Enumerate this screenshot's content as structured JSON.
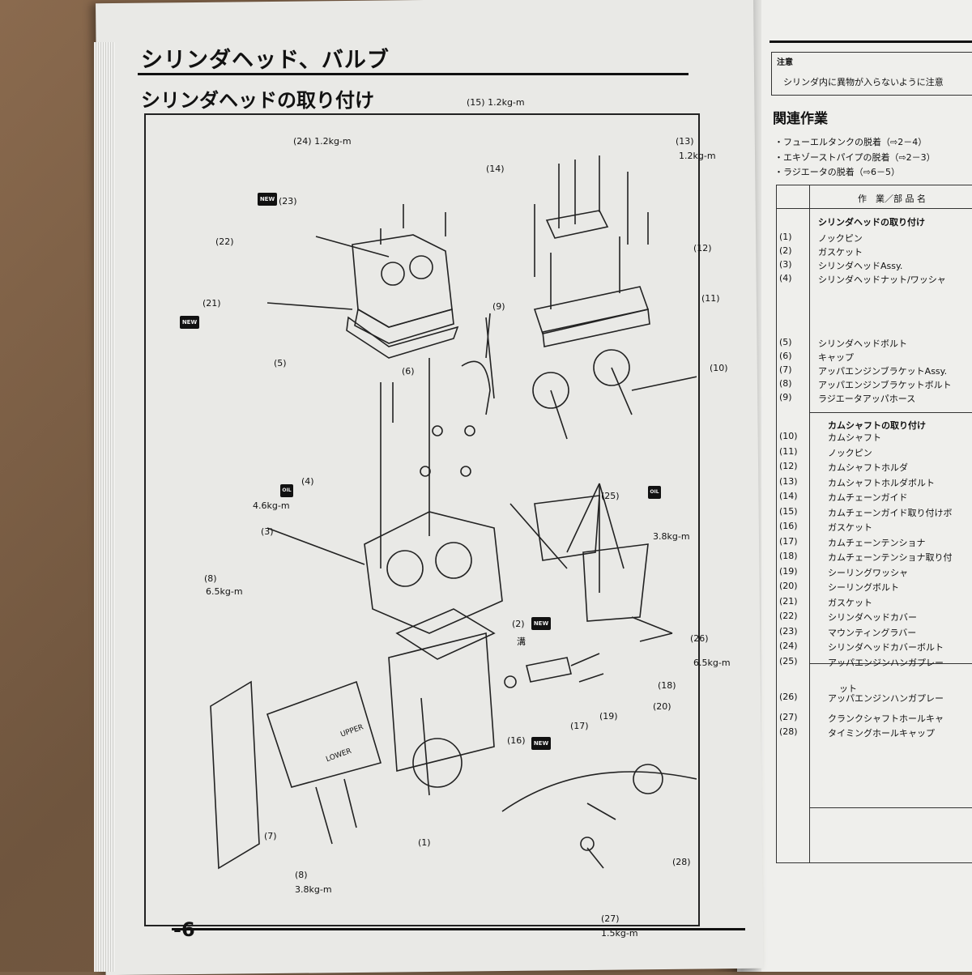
{
  "left_page": {
    "header_title": "シリンダヘッド、バルブ",
    "section_title": "シリンダヘッドの取り付け",
    "page_number": "-6",
    "callouts": [
      {
        "id": "c24",
        "text": "(24) 1.2kg-m"
      },
      {
        "id": "c23",
        "text": "(23)"
      },
      {
        "id": "c22",
        "text": "(22)"
      },
      {
        "id": "c21",
        "text": "(21)"
      },
      {
        "id": "c15",
        "text": "(15) 1.2kg-m"
      },
      {
        "id": "c14",
        "text": "(14)"
      },
      {
        "id": "c13",
        "text": "(13)"
      },
      {
        "id": "c13t",
        "text": "1.2kg-m"
      },
      {
        "id": "c12",
        "text": "(12)"
      },
      {
        "id": "c11",
        "text": "(11)"
      },
      {
        "id": "c10",
        "text": "(10)"
      },
      {
        "id": "c9",
        "text": "(9)"
      },
      {
        "id": "c5",
        "text": "(5)"
      },
      {
        "id": "c6",
        "text": "(6)"
      },
      {
        "id": "c4",
        "text": "(4)"
      },
      {
        "id": "c4t",
        "text": "4.6kg-m"
      },
      {
        "id": "c3",
        "text": "(3)"
      },
      {
        "id": "c8a",
        "text": "(8)"
      },
      {
        "id": "c8at",
        "text": "6.5kg-m"
      },
      {
        "id": "c25",
        "text": "(25)"
      },
      {
        "id": "c25t",
        "text": "3.8kg-m"
      },
      {
        "id": "c2",
        "text": "(2)"
      },
      {
        "id": "cgroove",
        "text": "溝"
      },
      {
        "id": "c26",
        "text": "(26)"
      },
      {
        "id": "c26t",
        "text": "6.5kg-m"
      },
      {
        "id": "c18",
        "text": "(18)"
      },
      {
        "id": "c20",
        "text": "(20)"
      },
      {
        "id": "c19",
        "text": "(19)"
      },
      {
        "id": "c17",
        "text": "(17)"
      },
      {
        "id": "c16",
        "text": "(16)"
      },
      {
        "id": "c7",
        "text": "(7)"
      },
      {
        "id": "c1",
        "text": "(1)"
      },
      {
        "id": "c8b",
        "text": "(8)"
      },
      {
        "id": "c8bt",
        "text": "3.8kg-m"
      },
      {
        "id": "c28",
        "text": "(28)"
      },
      {
        "id": "c27",
        "text": "(27)"
      },
      {
        "id": "c27t",
        "text": "1.5kg-m"
      }
    ],
    "new_mark": "NEW",
    "oil_mark": "OIL",
    "reservoir_upper": "UPPER",
    "reservoir_lower": "LOWER"
  },
  "right_page": {
    "note_label": "注意",
    "note_text": "シリンダ内に異物が入らないように注意",
    "related_title": "関連作業",
    "related_items": [
      "・フューエルタンクの脱着（⇨2－4）",
      "・エキゾーストパイプの脱着（⇨2－3）",
      "・ラジエータの脱着（⇨6－5）"
    ],
    "table_header": "作　業／部 品 名",
    "group1_title": "シリンダヘッドの取り付け",
    "group1": [
      {
        "num": "(1)",
        "name": "ノックピン"
      },
      {
        "num": "(2)",
        "name": "ガスケット"
      },
      {
        "num": "(3)",
        "name": "シリンダヘッドAssy."
      },
      {
        "num": "(4)",
        "name": "シリンダヘッドナット/ワッシャ"
      },
      {
        "num": "(5)",
        "name": "シリンダヘッドボルト"
      },
      {
        "num": "(6)",
        "name": "キャップ"
      },
      {
        "num": "(7)",
        "name": "アッパエンジンブラケットAssy."
      },
      {
        "num": "(8)",
        "name": "アッパエンジンブラケットボルト"
      },
      {
        "num": "(9)",
        "name": "ラジエータアッパホース"
      }
    ],
    "group2_title": "カムシャフトの取り付け",
    "group2": [
      {
        "num": "(10)",
        "name": "カムシャフト"
      },
      {
        "num": "(11)",
        "name": "ノックピン"
      },
      {
        "num": "(12)",
        "name": "カムシャフトホルダ"
      },
      {
        "num": "(13)",
        "name": "カムシャフトホルダボルト"
      },
      {
        "num": "(14)",
        "name": "カムチェーンガイド"
      },
      {
        "num": "(15)",
        "name": "カムチェーンガイド取り付けボ"
      },
      {
        "num": "(16)",
        "name": "ガスケット"
      },
      {
        "num": "(17)",
        "name": "カムチェーンテンショナ"
      },
      {
        "num": "(18)",
        "name": "カムチェーンテンショナ取り付"
      },
      {
        "num": "(19)",
        "name": "シーリングワッシャ"
      },
      {
        "num": "(20)",
        "name": "シーリングボルト"
      },
      {
        "num": "(21)",
        "name": "ガスケット"
      },
      {
        "num": "(22)",
        "name": "シリンダヘッドカバー"
      },
      {
        "num": "(23)",
        "name": "マウンティングラバー"
      },
      {
        "num": "(24)",
        "name": "シリンダヘッドカバーボルト"
      },
      {
        "num": "(25)",
        "name": "アッパエンジンハンガプレー"
      },
      {
        "num": "(26)",
        "name": "アッパエンジンハンガプレー"
      },
      {
        "num": "(27)",
        "name": "クランクシャフトホールキャ"
      },
      {
        "num": "(28)",
        "name": "タイミングホールキャップ"
      }
    ],
    "group2_cont": "ット"
  },
  "colors": {
    "paper": "#e9e9e6",
    "ink": "#111111",
    "desk": "#7a6048"
  }
}
